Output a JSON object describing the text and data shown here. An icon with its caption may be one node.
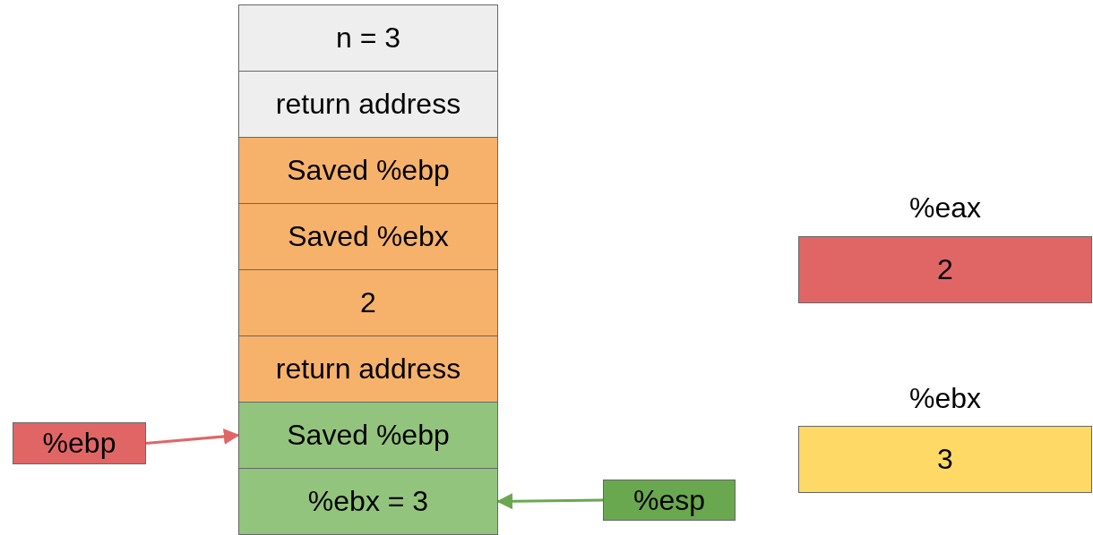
{
  "diagram": {
    "nodes": [
      {
        "text": [
          "n = 3"
        ]
      },
      {
        "text": [
          "return address"
        ]
      },
      {
        "text": [
          "Saved %ebp"
        ]
      },
      {
        "text": [
          "Saved %ebx"
        ]
      },
      {
        "text": [
          "2"
        ]
      },
      {
        "text": [
          "return address"
        ]
      },
      {
        "text": [
          "Saved %ebp"
        ]
      },
      {
        "text": [
          "%ebx = 3"
        ]
      },
      {
        "text": [
          "%ebp"
        ]
      },
      {
        "text": [
          "%esp"
        ]
      },
      {
        "text": [
          "%eax",
          "2"
        ]
      },
      {
        "text": [
          "%ebx",
          "3"
        ]
      }
    ],
    "edges": [
      {
        "from": 8,
        "to": 6,
        "arrow": "to",
        "color": "#e06666"
      },
      {
        "from": 9,
        "to": 7,
        "arrow": "to",
        "color": "#6aa84f"
      }
    ]
  }
}
